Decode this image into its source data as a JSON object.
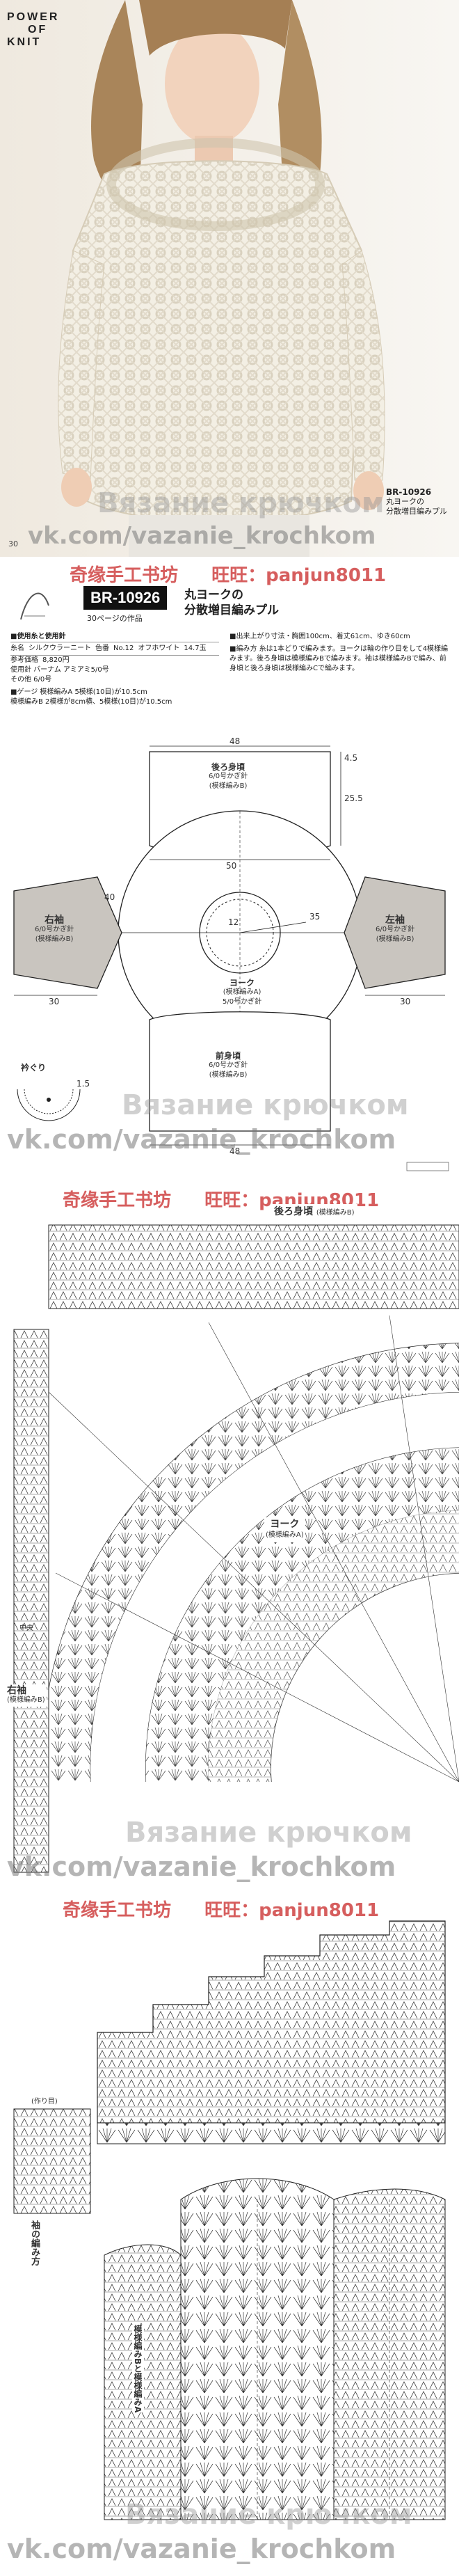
{
  "photo": {
    "brand_lines": [
      "POWER",
      "OF",
      "KNIT"
    ],
    "page_number": "30",
    "caption_code": "BR-10926",
    "caption_title_1": "丸ヨークの",
    "caption_title_2": "分散増目編みプル"
  },
  "header": {
    "code": "BR-10926",
    "page_ref": "30ページの作品",
    "title_1": "丸ヨークの",
    "title_2": "分散増目編みプル"
  },
  "specs": {
    "materials_heading": "■使用糸と使用針",
    "yarn_label": "糸名",
    "yarn_name": "シルクウラーニート",
    "color_label": "色番",
    "color_no": "No.12",
    "color_name": "オフホワイト",
    "amount": "14.7玉",
    "price_label": "参考価格",
    "price": "8,820円",
    "needle": "使用針 バーナム アミアミ5/0号",
    "extra": "その他 6/0号",
    "gauge_heading": "■ゲージ 模様編みA 5模様(10目)が10.5cm",
    "gauge_line2": "模様編みB 2模様が8cm横、5模様(10目)が10.5cm",
    "finish_heading": "■出来上がり寸法・胸囲100cm、着丈61cm、ゆき60cm",
    "notes": "■編み方 糸は1本どりで編みます。ヨークは輪の作り目をして4模様編みます。後ろ身頃は模様編みBで編みます。袖は模様編みBで編み、前身頃と後ろ身頃は模様編みCで編みます。"
  },
  "schematic": {
    "back_label": "後ろ身頃",
    "back_pattern": "(模様編みB)",
    "back_hook": "6/0号かぎ針",
    "front_label": "前身頃",
    "front_pattern": "(模様編みB)",
    "front_hook": "6/0号かぎ針",
    "yoke_label": "ヨーク",
    "yoke_pattern": "(模様編みA)",
    "yoke_hook": "5/0号かぎ針",
    "right_sleeve": "右袖",
    "left_sleeve": "左袖",
    "sleeve_pattern": "(模様編みB)",
    "sleeve_hook": "6/0号かぎ針",
    "neckline": "衿ぐり",
    "dim_30": "30",
    "dim_50": "50",
    "dim_48": "48",
    "dim_40": "40",
    "dim_25_5": "25.5",
    "dim_4_5": "4.5",
    "dim_35": "35",
    "dim_12": "12",
    "dim_1_5": "1.5"
  },
  "chart1": {
    "title": "後ろ身頃",
    "title_note": "(模様編みB)",
    "yoke": "ヨーク",
    "yoke_note": "(模様編みA)",
    "sleeve": "右袖",
    "sleeve_note": "(模様編みB)",
    "mid_note": "中央"
  },
  "chart2": {
    "sleeve_method": "袖の編み方",
    "detail_label": "模様編みBと模様編みA",
    "start_note": "(作り目)"
  },
  "watermarks": {
    "shop": "奇缘手工书坊",
    "wangwang": "旺旺：panjun8011",
    "cyr": "Вязание крючком",
    "url": "vk.com/vazanie_krochkom"
  }
}
